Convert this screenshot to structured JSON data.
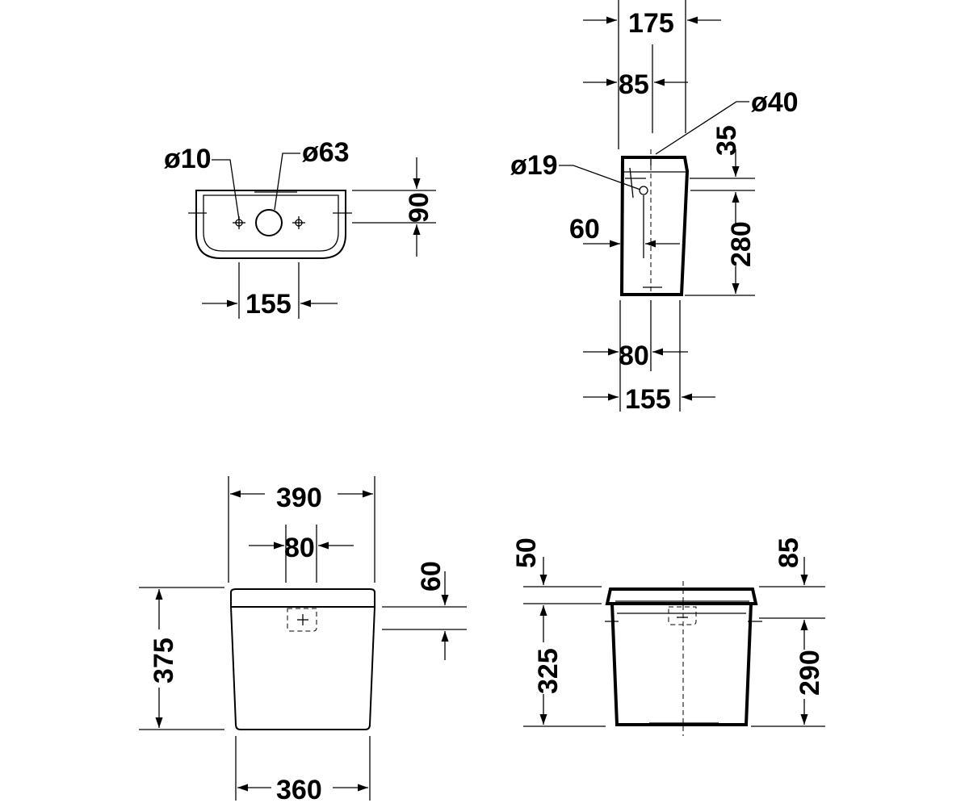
{
  "views": {
    "top": {
      "hole_small_dia": "ø10",
      "hole_large_dia": "ø63",
      "depth": "90",
      "hole_spacing": "155"
    },
    "side": {
      "top_depth": "175",
      "inner_offset": "85",
      "outlet_dia": "ø40",
      "inlet_dia": "ø19",
      "top_offset": "35",
      "inlet_height": "280",
      "inlet_offset": "60",
      "bottom_offset": "80",
      "base_depth": "155"
    },
    "front": {
      "top_width": "390",
      "button_width": "80",
      "lid_height": "60",
      "total_height": "375",
      "base_width": "360"
    },
    "section": {
      "lid_height": "50",
      "height": "325",
      "right_offset": "85",
      "inner_height": "290"
    }
  }
}
